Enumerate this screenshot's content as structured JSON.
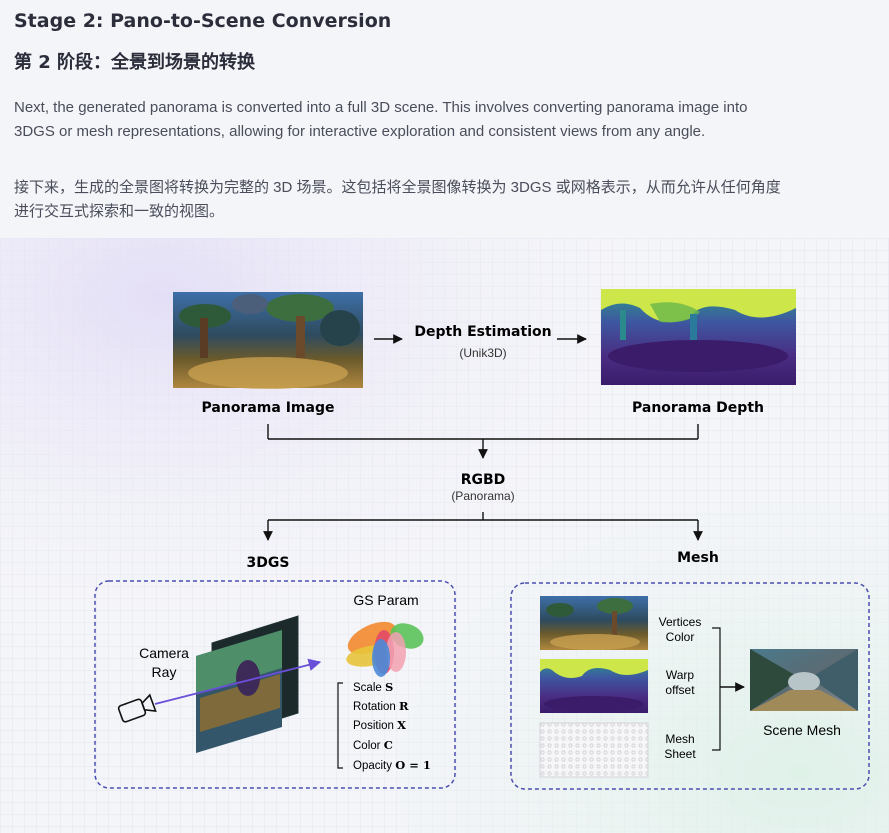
{
  "heading_en": "Stage 2: Pano-to-Scene Conversion",
  "heading_zh": "第 2 阶段：全景到场景的转换",
  "paragraph_en": "Next, the generated panorama is converted into a full 3D scene. This involves converting panorama image into 3DGS or mesh representations, allowing for interactive exploration and consistent views from any angle.",
  "paragraph_zh": "接下来，生成的全景图将转换为完整的 3D 场景。这包括将全景图像转换为 3DGS 或网格表示，从而允许从任何角度进行交互式探索和一致的视图。",
  "diagram": {
    "panorama_image": "Panorama Image",
    "depth_estimation": "Depth Estimation",
    "depth_model": "(Unik3D)",
    "panorama_depth": "Panorama Depth",
    "rgbd": "RGBD",
    "rgbd_sub": "(Panorama)",
    "branch_3dgs": "3DGS",
    "branch_mesh": "Mesh",
    "camera": "Camera",
    "ray": "Ray",
    "gs_param": "GS Param",
    "params": [
      "Scale",
      "Rotation",
      "Position",
      "Color",
      "Opacity"
    ],
    "param_symbols": [
      "S",
      "R",
      "X",
      "C",
      "O = 1"
    ],
    "mesh_labels": {
      "vertices": "Vertices",
      "color": "Color",
      "warp": "Warp",
      "offset": "offset",
      "mesh": "Mesh",
      "sheet": "Sheet",
      "scene_mesh": "Scene Mesh"
    },
    "colors": {
      "dashed_border": "#4b4fb0",
      "ray": "#6a4fd8",
      "depth_yellow": "#cde64a",
      "depth_purple": "#3b1e6e"
    }
  }
}
